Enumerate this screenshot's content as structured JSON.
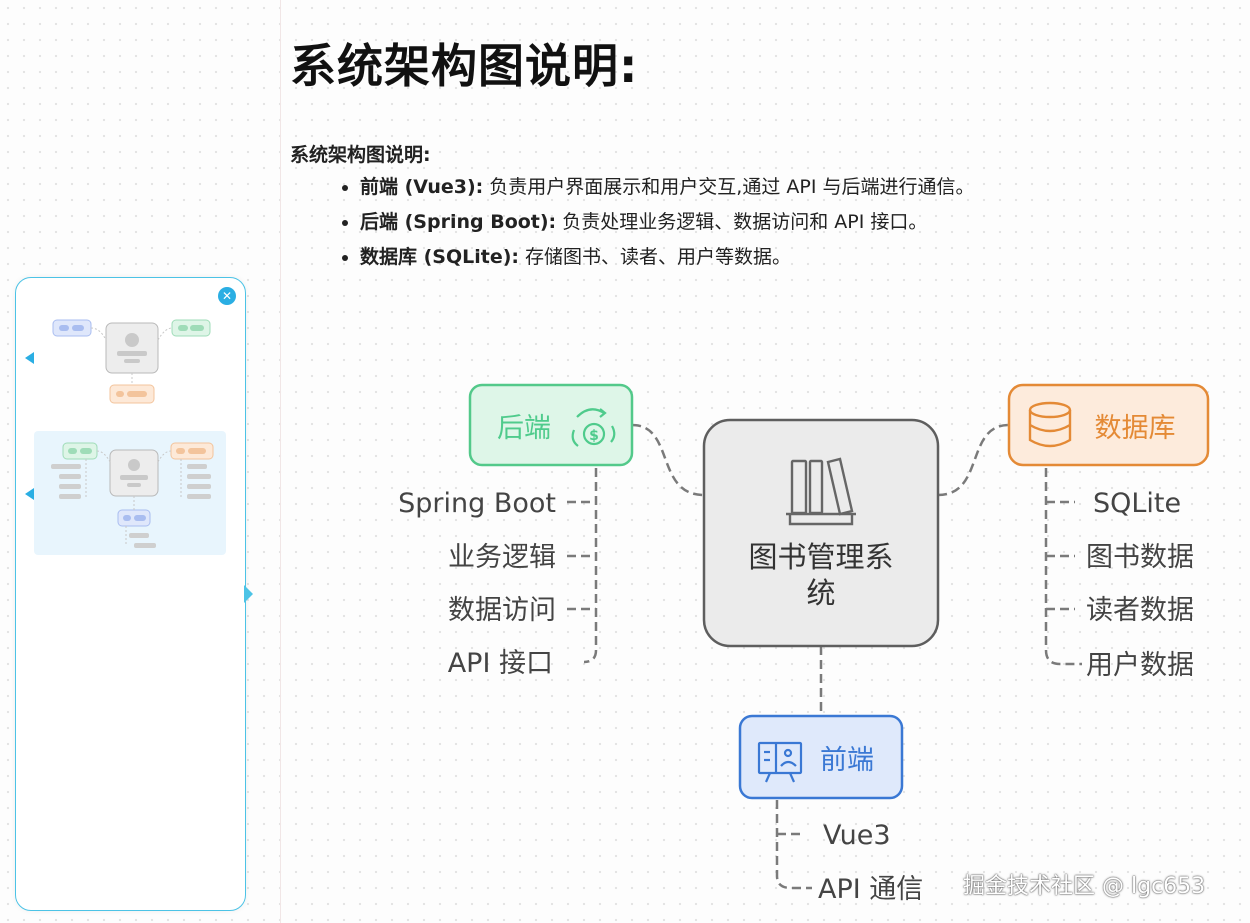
{
  "doc": {
    "title": "系统架构图说明:",
    "subhead": "系统架构图说明:",
    "bullets": [
      {
        "term": "前端 (Vue3):",
        "text": " 负责用户界面展示和用户交互,通过 API 与后端进行通信。"
      },
      {
        "term": "后端 (Spring Boot):",
        "text": " 负责处理业务逻辑、数据访问和 API 接口。"
      },
      {
        "term": "数据库 (SQLite):",
        "text": " 存储图书、读者、用户等数据。"
      }
    ]
  },
  "mindmap": {
    "center": {
      "line1": "图书管理系",
      "line2": "统",
      "icon": "bookshelf-icon"
    },
    "backend": {
      "label": "后端",
      "icon": "money-cycle-icon",
      "color": "#4fcb8c",
      "items": [
        "Spring Boot",
        "业务逻辑",
        "数据访问",
        "API 接口"
      ]
    },
    "database": {
      "label": "数据库",
      "icon": "database-icon",
      "color": "#e48a36",
      "items": [
        "SQLite",
        "图书数据",
        "读者数据",
        "用户数据"
      ]
    },
    "frontend": {
      "label": "前端",
      "icon": "presentation-board-icon",
      "color": "#3a78d4",
      "items": [
        "Vue3",
        "API 通信"
      ]
    }
  },
  "footer": {
    "watermark": "掘金技术社区 @ lgc653"
  },
  "colors": {
    "accent": "#2aaee3",
    "line": "#7a7a7a"
  }
}
